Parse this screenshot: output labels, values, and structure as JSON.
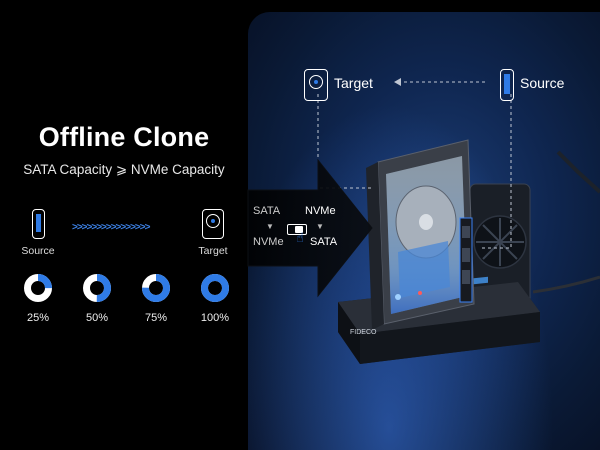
{
  "heading": {
    "title": "Offline Clone",
    "subtitle": "SATA Capacity ⩾ NVMe Capacity"
  },
  "flow": {
    "source_label": "Source",
    "target_label": "Target"
  },
  "progress": [
    {
      "label": "25%",
      "value": 25
    },
    {
      "label": "50%",
      "value": 50
    },
    {
      "label": "75%",
      "value": 75
    },
    {
      "label": "100%",
      "value": 100
    }
  ],
  "mode_switch": {
    "top_left": "SATA",
    "top_right": "NVMe",
    "bottom_left": "NVMe",
    "bottom_right": "SATA"
  },
  "product": {
    "target_label": "Target",
    "source_label": "Source",
    "brand": "FIDECO"
  },
  "colors": {
    "accent": "#2f7be6",
    "panel": "#0f2650"
  }
}
